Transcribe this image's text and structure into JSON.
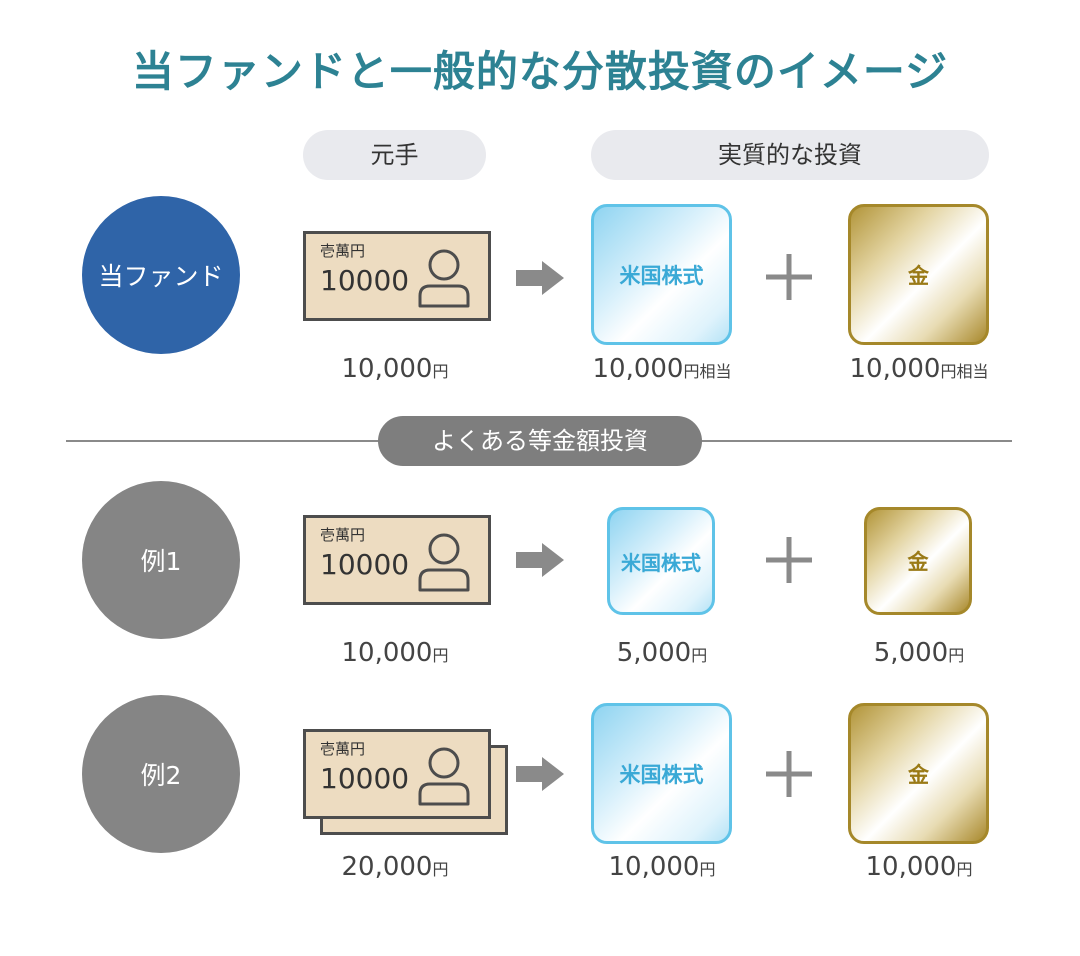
{
  "title": "当ファンドと一般的な分散投資のイメージ",
  "headers": {
    "principal": "元手",
    "actual": "実質的な投資"
  },
  "divider_label": "よくある等金額投資",
  "bill": {
    "small_text": "壱萬円",
    "number": "10000"
  },
  "assets": {
    "stock": "米国株式",
    "gold": "金"
  },
  "rows": [
    {
      "label": "当ファンド",
      "principal_amount": "10,000",
      "principal_unit": "円",
      "stock_amount": "10,000",
      "stock_unit": "円相当",
      "gold_amount": "10,000",
      "gold_unit": "円相当"
    },
    {
      "label": "例1",
      "principal_amount": "10,000",
      "principal_unit": "円",
      "stock_amount": "5,000",
      "stock_unit": "円",
      "gold_amount": "5,000",
      "gold_unit": "円"
    },
    {
      "label": "例2",
      "principal_amount": "20,000",
      "principal_unit": "円",
      "stock_amount": "10,000",
      "stock_unit": "円",
      "gold_amount": "10,000",
      "gold_unit": "円"
    }
  ],
  "colors": {
    "title": "#2d8293",
    "fund_circle": "#2f64a8",
    "example_circle": "#858585",
    "stock_border": "#5fc3e8",
    "gold_border": "#a5882a"
  },
  "icons": [
    "person-icon",
    "right-arrow-icon",
    "plus-icon"
  ]
}
